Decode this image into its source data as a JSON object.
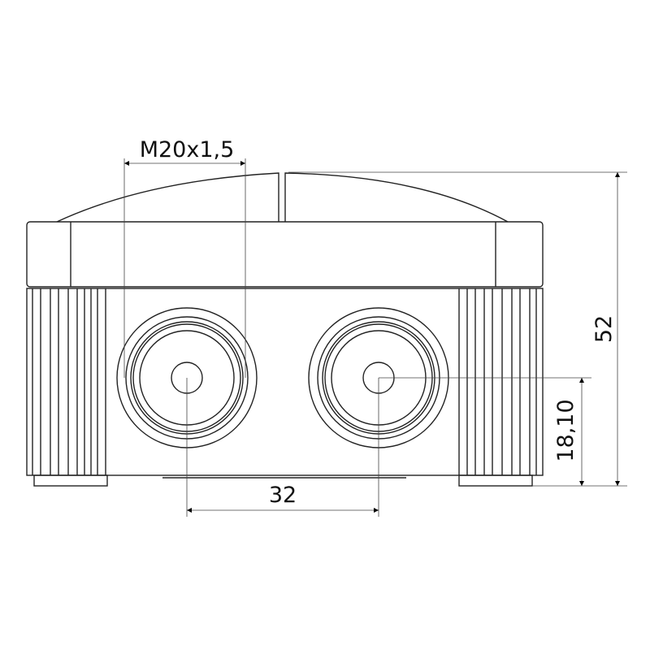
{
  "dimensions": {
    "thread": "M20x1,5",
    "hole_spacing": "32",
    "height": "52",
    "hole_center_height": "18,10"
  }
}
